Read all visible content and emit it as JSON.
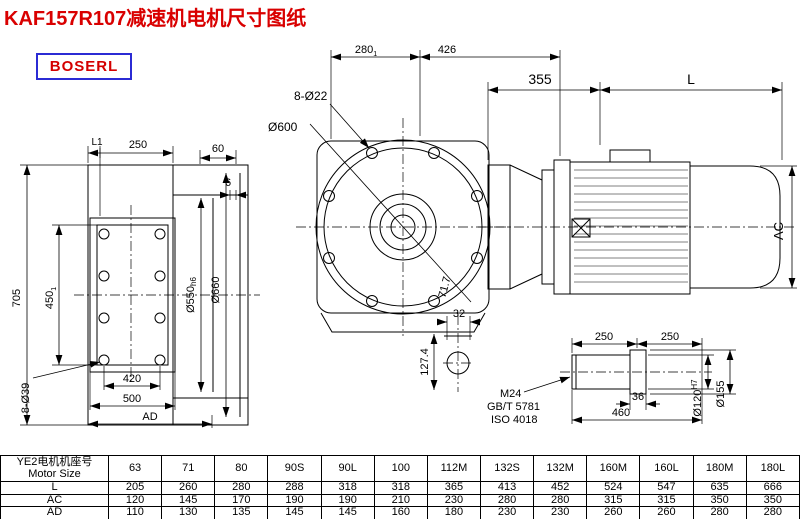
{
  "page": {
    "title": "KAF157R107减速机电机尺寸图纸",
    "brand": "BOSERL"
  },
  "dims": {
    "front_top_280": "280",
    "front_top_280_tol": "1",
    "front_top_426": "426",
    "front_bolt_holes": "8-Ø22",
    "front_diameter": "Ø600",
    "motor_355": "355",
    "motor_L": "L",
    "motor_AC": "AC",
    "side_L1": "L1",
    "side_250": "250",
    "side_60": "60",
    "side_6": "6",
    "side_705": "705",
    "side_450": "450",
    "side_450_tol": "1",
    "side_550": "Ø550",
    "side_550_tol": "h6",
    "side_660": "Ø660",
    "side_8_39": "8-Ø39",
    "side_420": "420",
    "side_500": "500",
    "side_AD": "AD",
    "detail_32": "32",
    "detail_127_4": "127.4",
    "detail_71_7": "71.7",
    "shaft_250_a": "250",
    "shaft_250_b": "250",
    "shaft_M24": "M24",
    "shaft_GBT": "GB/T 5781",
    "shaft_ISO": "ISO 4018",
    "shaft_36": "36",
    "shaft_460": "460",
    "shaft_120": "Ø120",
    "shaft_120_tol": "H7",
    "shaft_155": "Ø155"
  },
  "table": {
    "header_cn": "YE2电机机座号",
    "header_en": "Motor Size",
    "columns": [
      "63",
      "71",
      "80",
      "90S",
      "90L",
      "100",
      "112M",
      "132S",
      "132M",
      "160M",
      "160L",
      "180M",
      "180L"
    ],
    "rows": [
      {
        "label": "L",
        "values": [
          "205",
          "260",
          "280",
          "288",
          "318",
          "318",
          "365",
          "413",
          "452",
          "524",
          "547",
          "635",
          "666"
        ]
      },
      {
        "label": "AC",
        "values": [
          "120",
          "145",
          "170",
          "190",
          "190",
          "210",
          "230",
          "280",
          "280",
          "315",
          "315",
          "350",
          "350"
        ]
      },
      {
        "label": "AD",
        "values": [
          "110",
          "130",
          "135",
          "145",
          "145",
          "160",
          "180",
          "230",
          "230",
          "260",
          "260",
          "280",
          "280"
        ]
      }
    ]
  }
}
